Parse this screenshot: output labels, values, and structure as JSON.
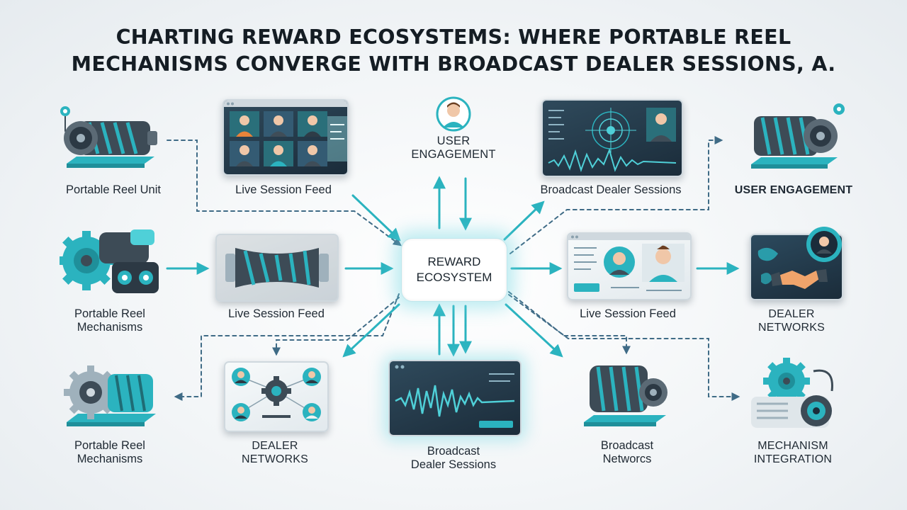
{
  "title": {
    "line1": "CHARTING REWARD ECOSYSTEMS: WHERE PORTABLE REEL",
    "line2": "MECHANISMS CONVERGE WITH BROADCAST DEALER SESSIONS, A."
  },
  "hub": {
    "line1": "REWARD",
    "line2": "ECOSYSTEM"
  },
  "nodes": {
    "top_reel_unit": {
      "label": "Portable Reel Unit",
      "icon": "reel-machine-icon"
    },
    "top_session_feed": {
      "label": "Live Session Feed",
      "icon": "video-grid-icon"
    },
    "top_user_engagement": {
      "line1": "USER",
      "line2": "ENGAGEMENT",
      "icon": "user-avatar-icon"
    },
    "top_broadcast": {
      "label": "Broadcast Dealer Sessions",
      "icon": "broadcast-dashboard-icon"
    },
    "top_right_engagement": {
      "label": "USER ENGAGEMENT",
      "icon": "reel-machine-icon"
    },
    "mid_reel_mechanisms": {
      "line1": "Portable Reel",
      "line2": "Mechanisms",
      "icon": "gear-machine-icon"
    },
    "mid_session_feed": {
      "label": "Live Session Feed",
      "icon": "reel-cylinder-icon"
    },
    "mid_right_session_feed": {
      "label": "Live Session Feed",
      "icon": "dealer-profile-screen-icon"
    },
    "mid_dealer_networks": {
      "line1": "DEALER",
      "line2": "NETWORKS",
      "icon": "handshake-globe-icon"
    },
    "bot_reel_mechanisms": {
      "line1": "Portable Reel",
      "line2": "Mechanisms",
      "icon": "gear-reel-icon"
    },
    "bot_dealer_networks": {
      "line1": "DEALER",
      "line2": "NETWORKS",
      "icon": "network-people-icon"
    },
    "bot_broadcast": {
      "line1": "Broadcast",
      "line2": "Dealer Sessions",
      "icon": "waveform-screen-icon"
    },
    "bot_broadcast_networks": {
      "line1": "Broadcast",
      "line2": "Networcs",
      "icon": "reel-machine-icon"
    },
    "bot_mechanism_integration": {
      "line1": "MECHANISM",
      "line2": "INTEGRATION",
      "icon": "gear-engine-icon"
    }
  },
  "colors": {
    "teal": "#2bb3bf",
    "teal_light": "#4fd0d8",
    "arrow_dashed": "#3f6b86",
    "dark_panel": "#1f3242",
    "text": "#1c2630"
  }
}
